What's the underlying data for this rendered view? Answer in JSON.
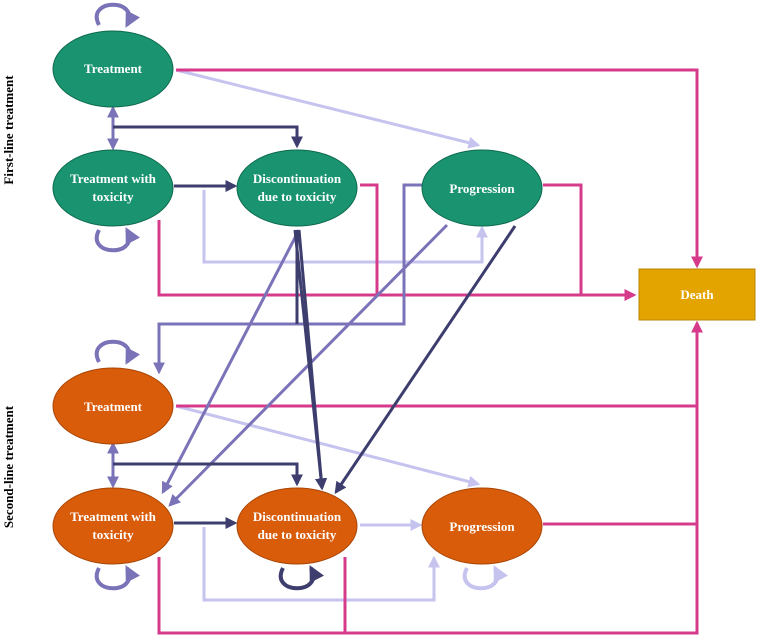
{
  "colors": {
    "first_line_node": "#1a9470",
    "second_line_node": "#d95c0a",
    "death_node": "#e3a400",
    "dark_arrow": "#3d3d6e",
    "medium_arrow": "#7a73b8",
    "light_arrow": "#c6c3ef",
    "death_arrow": "#d63b8b"
  },
  "groups": {
    "first_line": "First-line treatment",
    "second_line": "Second-line treatment"
  },
  "nodes": {
    "fl_treatment": "Treatment",
    "fl_toxicity": [
      "Treatment with",
      "toxicity"
    ],
    "fl_discontinuation": [
      "Discontinuation",
      "due to toxicity"
    ],
    "fl_progression": "Progression",
    "sl_treatment": "Treatment",
    "sl_toxicity": [
      "Treatment with",
      "toxicity"
    ],
    "sl_discontinuation": [
      "Discontinuation",
      "due to toxicity"
    ],
    "sl_progression": "Progression",
    "death": "Death"
  }
}
